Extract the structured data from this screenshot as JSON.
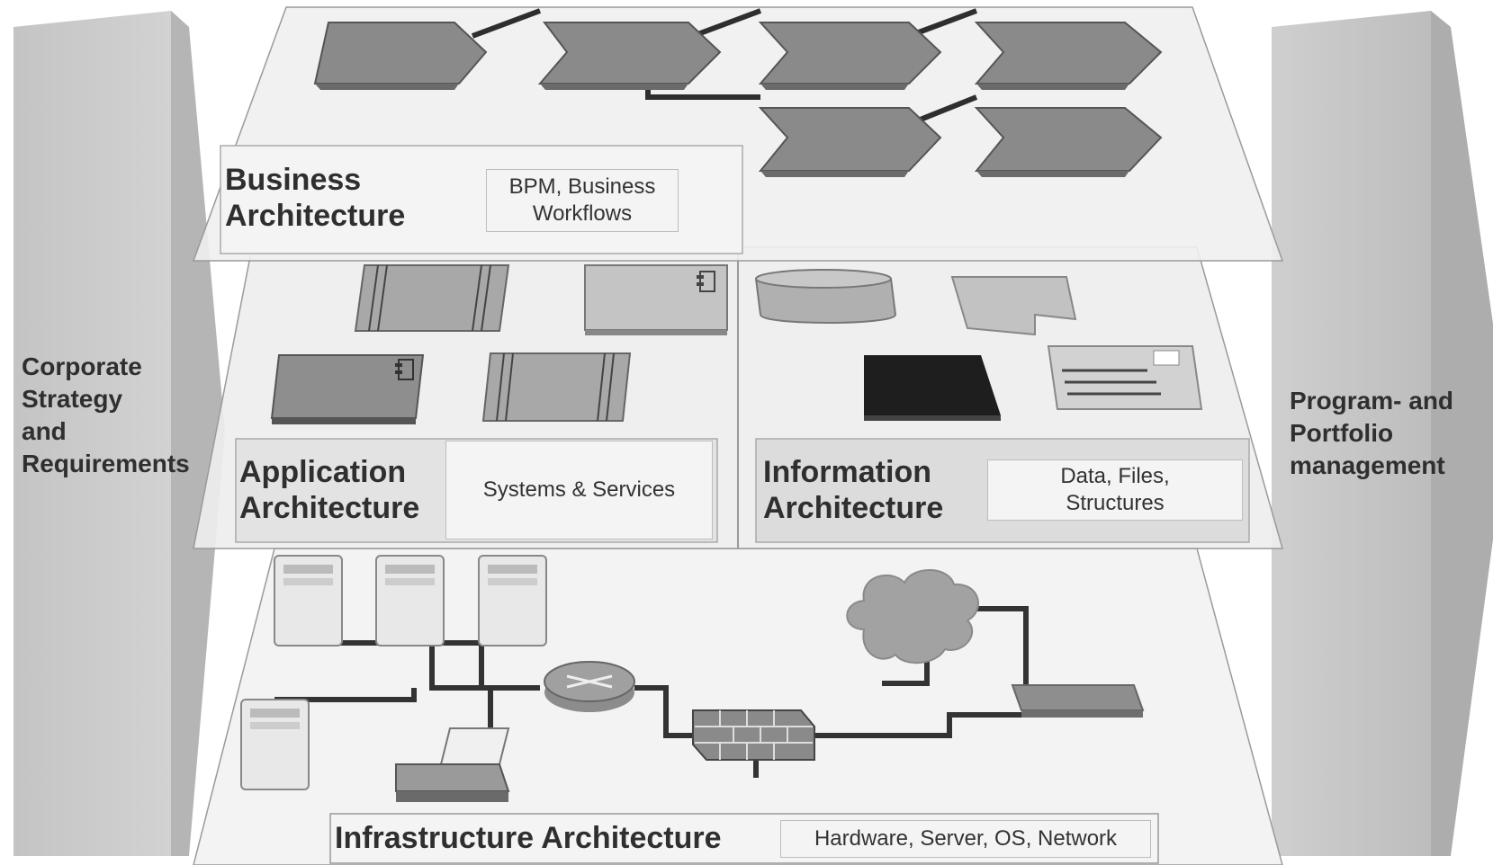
{
  "pillars": {
    "left": {
      "label": "Corporate\nStrategy\nand\nRequirements"
    },
    "right": {
      "label": "Program- and\nPortfolio\nmanagement"
    }
  },
  "layers": {
    "business": {
      "title": "Business\nArchitecture",
      "tag": "BPM, Business\nWorkflows"
    },
    "application": {
      "title": "Application\nArchitecture",
      "tag": "Systems & Services"
    },
    "information": {
      "title": "Information\nArchitecture",
      "tag": "Data, Files,\nStructures"
    },
    "infrastructure": {
      "title": "Infrastructure Architecture",
      "tag": "Hardware, Server, OS, Network"
    }
  },
  "colors": {
    "pillar": "#c9c9c9",
    "plane": "#f2f2f2",
    "chevron": "#8a8a8a",
    "line": "#333333"
  }
}
